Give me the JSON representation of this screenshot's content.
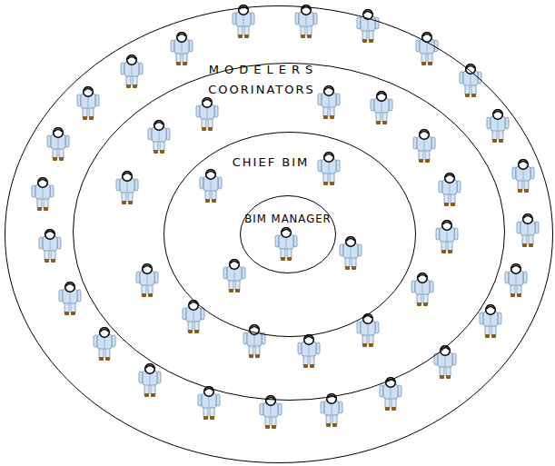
{
  "diagram": {
    "nodes": [
      {
        "text": [
          "MODELERS"
        ]
      },
      {
        "text": [
          "COORINATORS"
        ],
        "in": 0
      },
      {
        "text": [
          "CHIEF BIM"
        ],
        "in": 1
      },
      {
        "text": [
          "BIM MANAGER"
        ],
        "in": 2
      }
    ]
  }
}
